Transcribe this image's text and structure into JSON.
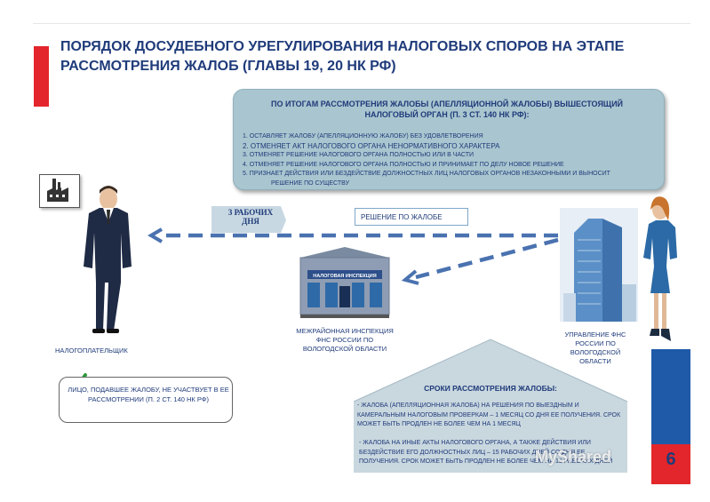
{
  "title": "ПОРЯДОК ДОСУДЕБНОГО УРЕГУЛИРОВАНИЯ  НАЛОГОВЫХ  СПОРОВ  НА ЭТАПЕ РАССМОТРЕНИЯ  ЖАЛОБ  (ГЛАВЫ 19, 20 НК РФ)",
  "decision": {
    "title": "ПО ИТОГАМ РАССМОТРЕНИЯ ЖАЛОБЫ (АПЕЛЛЯЦИОННОЙ ЖАЛОБЫ) ВЫШЕСТОЯЩИЙ НАЛОГОВЫЙ ОРГАН (П. 3 СТ. 140 НК РФ):",
    "items": [
      "1.  ОСТАВЛЯЕТ ЖАЛОБУ (АПЕЛЛЯЦИОННУЮ ЖАЛОБУ) БЕЗ УДОВЛЕТВОРЕНИЯ",
      "2.  ОТМЕНЯЕТ АКТ НАЛОГОВОГО ОРГАНА НЕНОРМАТИВНОГО ХАРАКТЕРА",
      "3.  ОТМЕНЯЕТ РЕШЕНИЕ НАЛОГОВОГО ОРГАНА ПОЛНОСТЬЮ ИЛИ В ЧАСТИ",
      "4.  ОТМЕНЯЕТ РЕШЕНИЕ НАЛОГОВОГО ОРГАНА ПОЛНОСТЬЮ И ПРИНИМАЕТ ПО ДЕЛУ НОВОЕ РЕШЕНИЕ",
      "5.  ПРИЗНАЕТ ДЕЙСТВИЯ ИЛИ БЕЗДЕЙСТВИЕ ДОЛЖНОСТНЫХ ЛИЦ НАЛОГОВЫХ  ОРГАНОВ НЕЗАКОННЫМИ И ВЫНОСИТ",
      "РЕШЕНИЕ ПО СУЩЕСТВУ"
    ]
  },
  "days_badge": "3 РАБОЧИХ ДНЯ",
  "decision_label": "РЕШЕНИЕ ПО ЖАЛОБЕ",
  "building_sign": "НАЛОГОВАЯ ИНСПЕКЦИЯ",
  "labels": {
    "taxpayer": "НАЛОГОПЛАТЕЛЬЩИК",
    "inspection": "МЕЖРАЙОННАЯ ИНСПЕКЦИЯ ФНС РОССИИ ПО ВОЛОГОДСКОЙ ОБЛАСТИ",
    "department": "УПРАВЛЕНИЕ  ФНС РОССИИ ПО ВОЛОГОДСКОЙ ОБЛАСТИ"
  },
  "person_note": "ЛИЦО, ПОДАВШЕЕ ЖАЛОБУ, НЕ УЧАСТВУЕТ В ЕЕ РАССМОТРЕНИИ (П. 2 СТ. 140 НК РФ)",
  "terms": {
    "title": "СРОКИ РАССМОТРЕНИЯ ЖАЛОБЫ:",
    "p1": "- ЖАЛОБА (АПЕЛЛЯЦИОННАЯ ЖАЛОБА) НА  РЕШЕНИЯ ПО ВЫЕЗДНЫМ  И КАМЕРАЛЬНЫМ НАЛОГОВЫМ  ПРОВЕРКАМ – 1  МЕСЯЦ СО ДНЯ  ЕЕ ПОЛУЧЕНИЯ. СРОК МОЖЕТ БЫТЬ ПРОДЛЕН НЕ БОЛЕЕ ЧЕМ НА 1 МЕСЯЦ",
    "p2": "- ЖАЛОБА НА ИНЫЕ АКТЫ НАЛОГОВОГО ОРГАНА, А ТАКЖЕ ДЕЙСТВИЯ ИЛИ БЕЗДЕЙСТВИЕ ЕГО ДОЛЖНОСТНЫХ ЛИЦ – 15 РАБОЧИХ ДНЕЙ СО ДНЯ  ЕЕ ПОЛУЧЕНИЯ. СРОК МОЖЕТ БЫТЬ ПРОДЛЕН НЕ БОЛЕЕ ЧЕМ НА 15 РАБОЧИХ ДНЕЙ"
  },
  "page_number": "6",
  "watermark": "MyShared",
  "colors": {
    "accent_red": "#e3262b",
    "text_blue": "#1f3b7a",
    "box_blue": "#a9c5cf",
    "arrow_blue": "#4a72b0",
    "strip_blue": "#1e5aa8"
  },
  "icons": [
    "factory-icon",
    "checkmark-icon",
    "businessman-figure",
    "businesswoman-figure",
    "tax-inspection-building",
    "office-building"
  ]
}
